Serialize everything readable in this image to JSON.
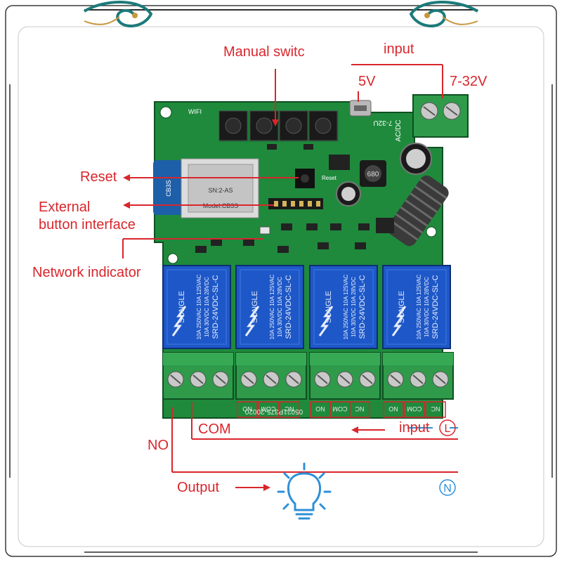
{
  "labels": {
    "manual_switch": "Manual switc",
    "input_top": "input",
    "v5": "5V",
    "v7_32": "7-32V",
    "reset": "Reset",
    "external_line1": "External",
    "external_line2": "button interface",
    "network_indicator": "Network indicator",
    "com": "COM",
    "no": "NO",
    "input_bottom": "input",
    "l_symbol": "L",
    "output": "Output",
    "n_symbol": "N"
  },
  "board": {
    "silk_wifi": "WIFI",
    "silk_range": "7-32U",
    "silk_acdc": "AC/DC",
    "silk_reset": "Reset",
    "module_model": "Model:CB3S",
    "module_code": "CB3S",
    "serial": "SN:2-AS",
    "inductor": "680",
    "bottom_code": "05021P375-20020",
    "terminals": [
      "NO",
      "COM",
      "NC",
      "NO",
      "COM",
      "NC",
      "NO",
      "COM",
      "NC",
      "NO",
      "COM",
      "NC"
    ]
  },
  "relays": [
    {
      "brand": "SONGLE",
      "model": "SRD-24VDC-SL-C",
      "rating1": "10A 250VAC 10A 125VAC",
      "rating2": "10A 30VDC 10A 28VDC"
    },
    {
      "brand": "SONGLE",
      "model": "SRD-24VDC-SL-C",
      "rating1": "10A 250VAC 10A 125VAC",
      "rating2": "10A 30VDC 10A 28VDC"
    },
    {
      "brand": "SONGLE",
      "model": "SRD-24VDC-SL-C",
      "rating1": "10A 250VAC 10A 125VAC",
      "rating2": "10A 30VDC 10A 28VDC"
    },
    {
      "brand": "SONGLE",
      "model": "SRD-24VDC-SL-C",
      "rating1": "10A 250VAC 10A 125VAC",
      "rating2": "10A 30VDC 10A 28VDC"
    }
  ],
  "colors": {
    "pcb": "#1f8a3c",
    "relay": "#1e58c8",
    "terminal": "#2e9a4a",
    "annotation": "#d9262c",
    "wire": "#e3342f",
    "accent": "#2e8fd8",
    "frame_ornament": "#1d7a7a"
  }
}
